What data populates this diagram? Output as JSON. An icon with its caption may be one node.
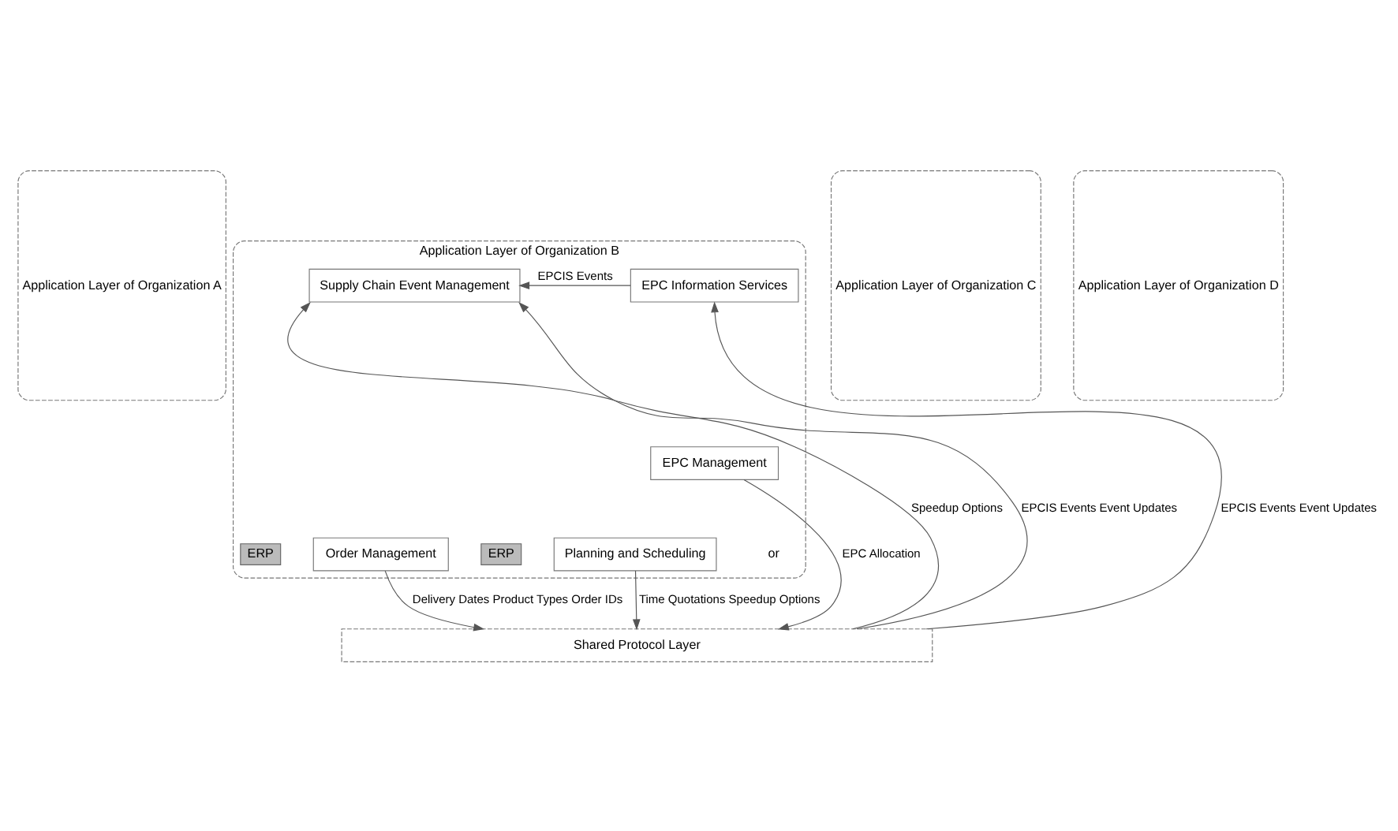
{
  "diagram": {
    "nodes": [
      {
        "text": [
          "Application Layer of Organization A"
        ]
      },
      {
        "text": [
          "Application Layer of Organization B"
        ]
      },
      {
        "text": [
          "Supply Chain Event Management"
        ],
        "in": 1
      },
      {
        "text": [
          "EPC Information Services"
        ],
        "in": 1
      },
      {
        "text": [
          "EPC Management"
        ],
        "in": 1
      },
      {
        "text": [
          "Order Management"
        ],
        "in": 1
      },
      {
        "text": [
          "ERP"
        ],
        "in": 1
      },
      {
        "text": [
          "Planning and Scheduling"
        ],
        "in": 1
      },
      {
        "text": [
          "ERP"
        ],
        "in": 1
      },
      {
        "text": [
          "Application Layer of Organization C"
        ]
      },
      {
        "text": [
          "Application Layer of Organization D"
        ]
      },
      {
        "text": [
          "Shared Protocol Layer"
        ]
      }
    ],
    "edges": [
      {
        "from": 3,
        "to": 2,
        "arrow": "to",
        "label": "EPCIS Events"
      },
      {
        "from": 11,
        "to": 2,
        "arrow": "to",
        "label": "Speedup Options"
      },
      {
        "from": 4,
        "to": 11,
        "arrow": "to",
        "label": "EPC Allocation"
      },
      {
        "from": 5,
        "to": 11,
        "arrow": "to",
        "label": "Delivery Dates Product Types Order IDs"
      },
      {
        "from": 7,
        "to": 11,
        "arrow": "to",
        "label": "Time Quotations Speedup Options"
      },
      {
        "from": 11,
        "to": 2,
        "arrow": "to",
        "label": "EPCIS Events Event Updates"
      },
      {
        "from": 11,
        "to": 3,
        "arrow": "to",
        "label": "EPCIS Events Event Updates"
      }
    ],
    "labels": [
      "or"
    ]
  }
}
